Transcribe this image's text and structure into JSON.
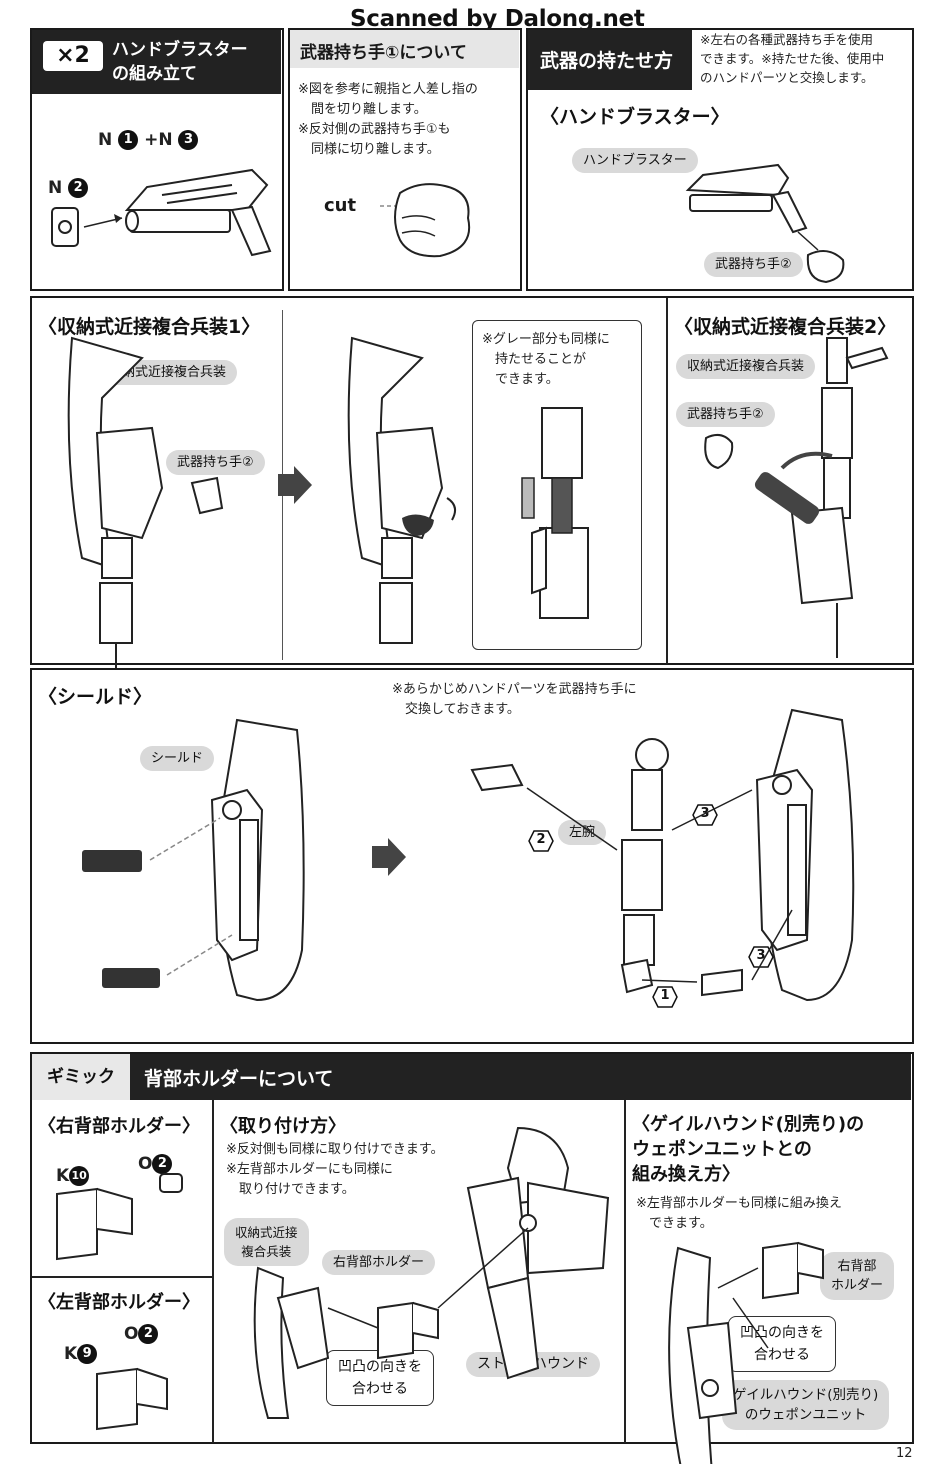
{
  "watermark": "Scanned by Dalong.net",
  "page_number": "12",
  "hand_blaster_assembly": {
    "multiplier": "×2",
    "title": "ハンドブラスター\nの組み立て",
    "part_label_1": "N",
    "part_num_1": "1",
    "part_plus": "+N",
    "part_num_3": "3",
    "part_label_2": "N",
    "part_num_2": "2"
  },
  "weapon_hand": {
    "title": "武器持ち手①について",
    "note": "※図を参考に親指と人差し指の\n　間を切り離します。\n※反対側の武器持ち手①も\n　同様に切り離します。",
    "cut_label": "cut"
  },
  "weapon_holding": {
    "title": "武器の持たせ方",
    "note": "※左右の各種武器持ち手を使用\nできます。※持たせた後、使用中\nのハンドパーツと交換します。",
    "subtitle": "〈ハンドブラスター〉",
    "pill_blaster": "ハンドブラスター",
    "pill_hand": "武器持ち手②"
  },
  "melee1": {
    "title": "〈収納式近接複合兵装1〉",
    "pill_weapon": "収納式近接複合兵装",
    "pill_hand": "武器持ち手②",
    "note": "※グレー部分も同様に\n　持たせることが\n　できます。"
  },
  "melee2": {
    "title": "〈収納式近接複合兵装2〉",
    "pill_weapon": "収納式近接複合兵装",
    "pill_hand": "武器持ち手②"
  },
  "shield": {
    "title": "〈シールド〉",
    "pill_shield": "シールド",
    "note": "※あらかじめハンドパーツを武器持ち手に\n　交換しておきます。",
    "pill_arm": "左腕",
    "step1": "1",
    "step2": "2",
    "step3a": "3",
    "step3b": "3"
  },
  "gimmick": {
    "tag": "ギミック",
    "title": "背部ホルダーについて",
    "right_holder_title": "〈右背部ホルダー〉",
    "right_k": "K",
    "right_k_num": "10",
    "right_o": "O",
    "right_o_num": "2",
    "left_holder_title": "〈左背部ホルダー〉",
    "left_k": "K",
    "left_k_num": "9",
    "left_o": "O",
    "left_o_num": "2",
    "attach_title": "〈取り付け方〉",
    "attach_note": "※反対側も同様に取り付けできます。\n※左背部ホルダーにも同様に\n　取り付けできます。",
    "pill_weapon": "収納式近接\n複合兵装",
    "pill_right_holder": "右背部ホルダー",
    "pill_align": "凹凸の向きを\n合わせる",
    "pill_strato": "ストラトハウンド",
    "swap_title": "〈ゲイルハウンド(別売り)の\nウェポンユニットとの\n組み換え方〉",
    "swap_note": "※左背部ホルダーも同様に組み換え\n　できます。",
    "pill_right_holder2": "右背部\nホルダー",
    "pill_align2": "凹凸の向きを\n合わせる",
    "pill_gale": "ゲイルハウンド(別売り)\nのウェポンユニット"
  }
}
